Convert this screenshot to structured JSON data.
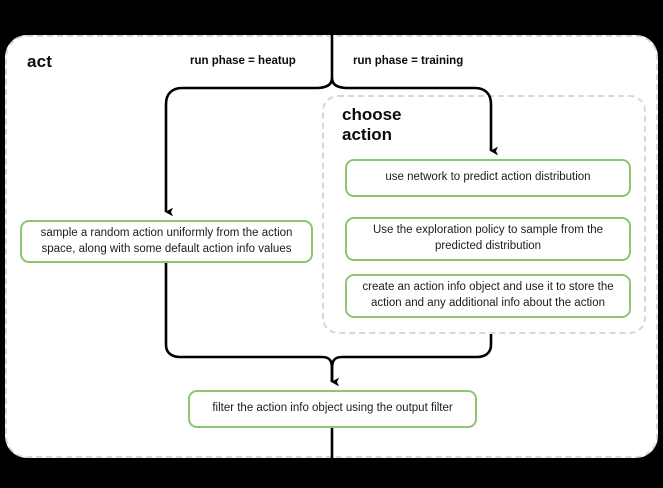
{
  "diagram": {
    "type": "flowchart",
    "title": "act",
    "background_color": "#000000",
    "panel_color": "#ffffff",
    "node_border_color": "#8dc572",
    "group_border_color": "#d8d8d8",
    "edge_color": "#000000",
    "groups": [
      {
        "id": "choose-action",
        "title": "choose action",
        "title_line1": "choose",
        "title_line2": "action"
      }
    ],
    "nodes": [
      {
        "id": "sample-random-action",
        "label": "sample a random action uniformly from the action space, along with some default action info values"
      },
      {
        "id": "use-network-predict",
        "label": "use network to predict action distribution"
      },
      {
        "id": "exploration-policy-sample",
        "label": "Use the exploration policy to sample from the predicted distribution"
      },
      {
        "id": "create-action-info",
        "label": "create an action info object and use it to store the action and any additional info about the action"
      },
      {
        "id": "filter-action-info",
        "label": "filter the action info object using the output filter"
      }
    ],
    "edge_labels": [
      {
        "id": "heatup",
        "text": "run phase = heatup"
      },
      {
        "id": "training",
        "text": "run phase = training"
      }
    ]
  }
}
